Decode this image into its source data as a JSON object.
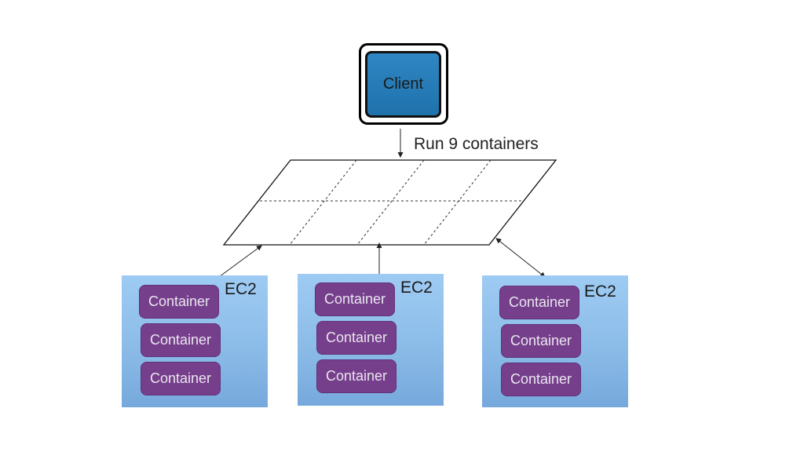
{
  "client": {
    "label": "Client"
  },
  "grid": {
    "label": "Run 9 containers"
  },
  "hosts": [
    {
      "label": "EC2",
      "containers": [
        "Container",
        "Container",
        "Container"
      ]
    },
    {
      "label": "EC2",
      "containers": [
        "Container",
        "Container",
        "Container"
      ]
    },
    {
      "label": "EC2",
      "containers": [
        "Container",
        "Container",
        "Container"
      ]
    }
  ],
  "colors": {
    "client_fill": "#2f86c2",
    "ec2_fill": "#9ecbf3",
    "container_fill": "#763f8c",
    "container_text": "#eae6ee"
  }
}
